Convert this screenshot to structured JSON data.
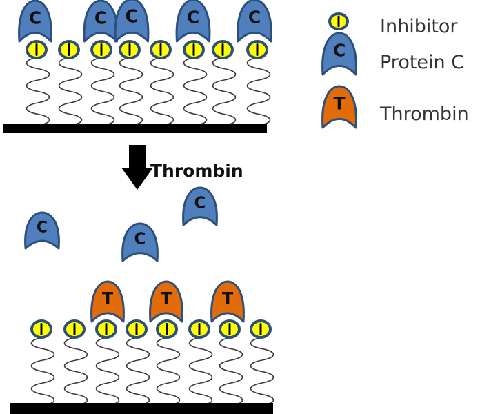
{
  "legend": {
    "inhibitor_label": "Inhibitor",
    "protein_c_label": "Protein C",
    "thrombin_label": "Thrombin"
  },
  "arrow": {
    "label": "Thrombin"
  },
  "glyphs": {
    "protein_c": "C",
    "thrombin": "T"
  },
  "colors": {
    "protein_c_fill": "#4f80bd",
    "protein_c_stroke": "#2d4f7c",
    "thrombin_fill": "#e36c0a",
    "inhibitor_fill": "#ffff00",
    "inhibitor_stroke": "#2d4f7c",
    "surface": "#000000"
  }
}
